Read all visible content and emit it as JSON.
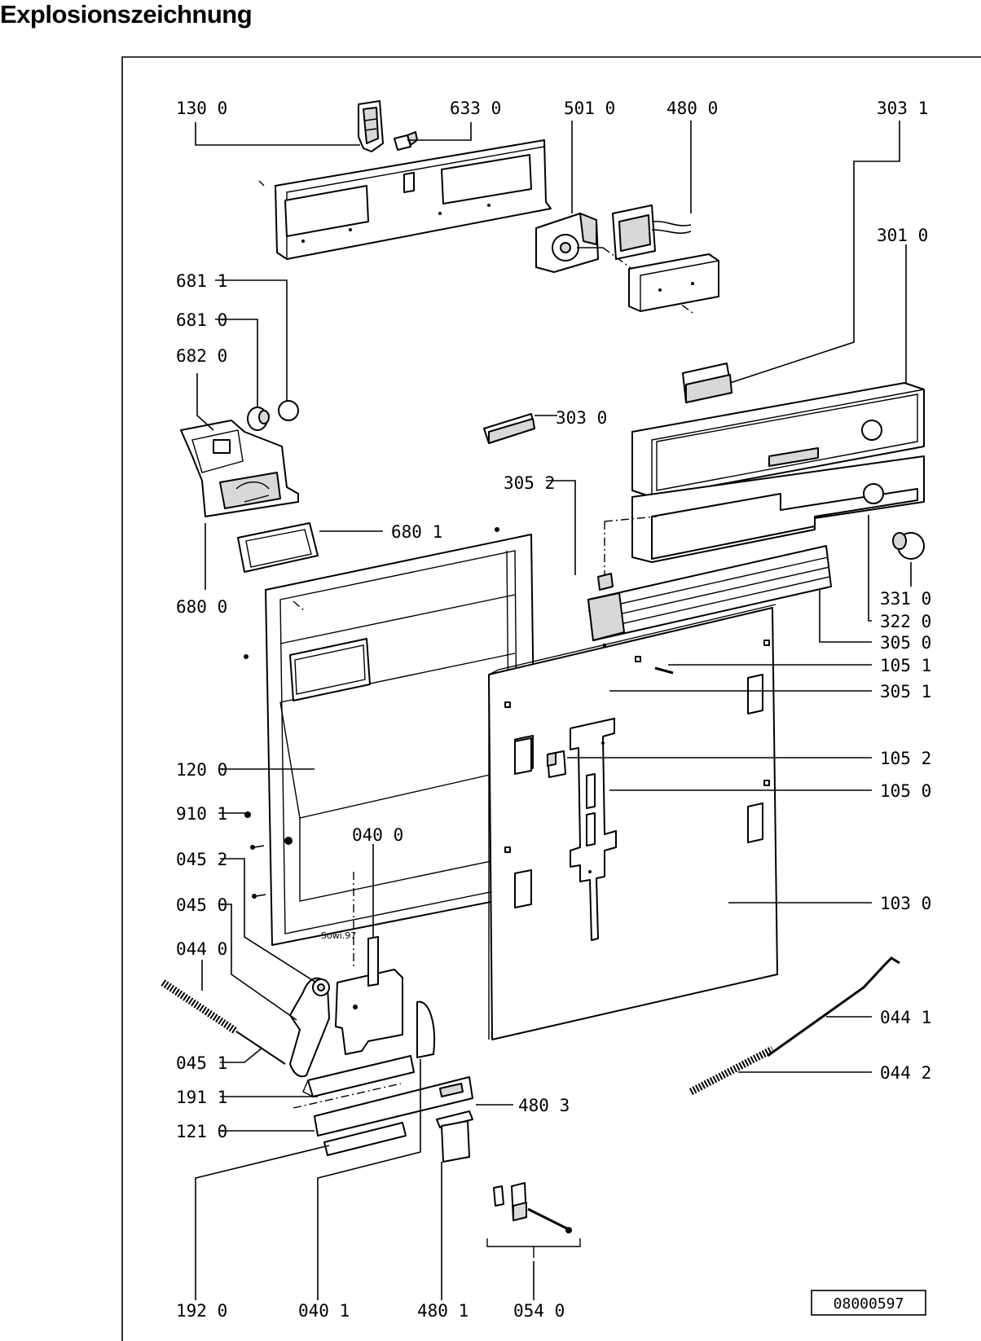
{
  "title": "Explosionszeichnung",
  "reference_number": "08000597",
  "stamp": "Sowi.97",
  "parts": [
    {
      "id": "p1300",
      "label": "130 0"
    },
    {
      "id": "p6330",
      "label": "633 0"
    },
    {
      "id": "p5010",
      "label": "501 0"
    },
    {
      "id": "p4800",
      "label": "480 0"
    },
    {
      "id": "p3031",
      "label": "303 1"
    },
    {
      "id": "p3010",
      "label": "301 0"
    },
    {
      "id": "p6811",
      "label": "681 1"
    },
    {
      "id": "p6810",
      "label": "681 0"
    },
    {
      "id": "p6820",
      "label": "682 0"
    },
    {
      "id": "p3030",
      "label": "303 0"
    },
    {
      "id": "p3052",
      "label": "305 2"
    },
    {
      "id": "p6801",
      "label": "680 1"
    },
    {
      "id": "p6800",
      "label": "680 0"
    },
    {
      "id": "p3310",
      "label": "331 0"
    },
    {
      "id": "p3220",
      "label": "322 0"
    },
    {
      "id": "p3050",
      "label": "305 0"
    },
    {
      "id": "p1051",
      "label": "105 1"
    },
    {
      "id": "p3051",
      "label": "305 1"
    },
    {
      "id": "p1052",
      "label": "105 2"
    },
    {
      "id": "p1200",
      "label": "120 0"
    },
    {
      "id": "p1050",
      "label": "105 0"
    },
    {
      "id": "p9101",
      "label": "910 1"
    },
    {
      "id": "p0400",
      "label": "040 0"
    },
    {
      "id": "p0452",
      "label": "045 2"
    },
    {
      "id": "p0450",
      "label": "045 0"
    },
    {
      "id": "p1030",
      "label": "103 0"
    },
    {
      "id": "p0440",
      "label": "044 0"
    },
    {
      "id": "p0441",
      "label": "044 1"
    },
    {
      "id": "p0451",
      "label": "045 1"
    },
    {
      "id": "p0442",
      "label": "044 2"
    },
    {
      "id": "p1911",
      "label": "191 1"
    },
    {
      "id": "p4803",
      "label": "480 3"
    },
    {
      "id": "p1210",
      "label": "121 0"
    },
    {
      "id": "p1920",
      "label": "192 0"
    },
    {
      "id": "p0401",
      "label": "040 1"
    },
    {
      "id": "p4801",
      "label": "480 1"
    },
    {
      "id": "p0540",
      "label": "054 0"
    }
  ]
}
